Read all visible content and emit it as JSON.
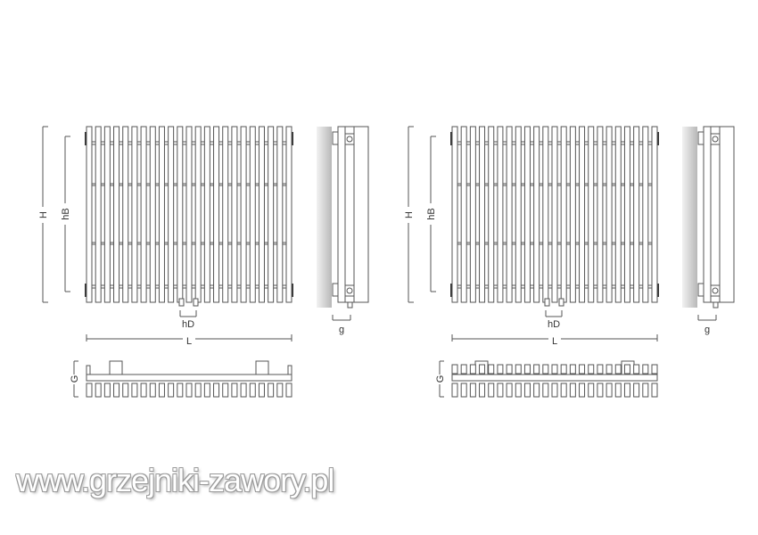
{
  "drawings": [
    {
      "variant": "single-row",
      "tube_count": 23,
      "labels": {
        "H": "H",
        "hB": "hB",
        "hD": "hD",
        "L": "L",
        "g": "g",
        "G": "G"
      }
    },
    {
      "variant": "double-row",
      "tube_count": 23,
      "labels": {
        "H": "H",
        "hB": "hB",
        "hD": "hD",
        "L": "L",
        "g": "g",
        "G": "G"
      }
    }
  ],
  "watermark": "www.grzejniki-zawory.pl",
  "colors": {
    "line": "#555555",
    "wall": "#c8c8c8"
  }
}
